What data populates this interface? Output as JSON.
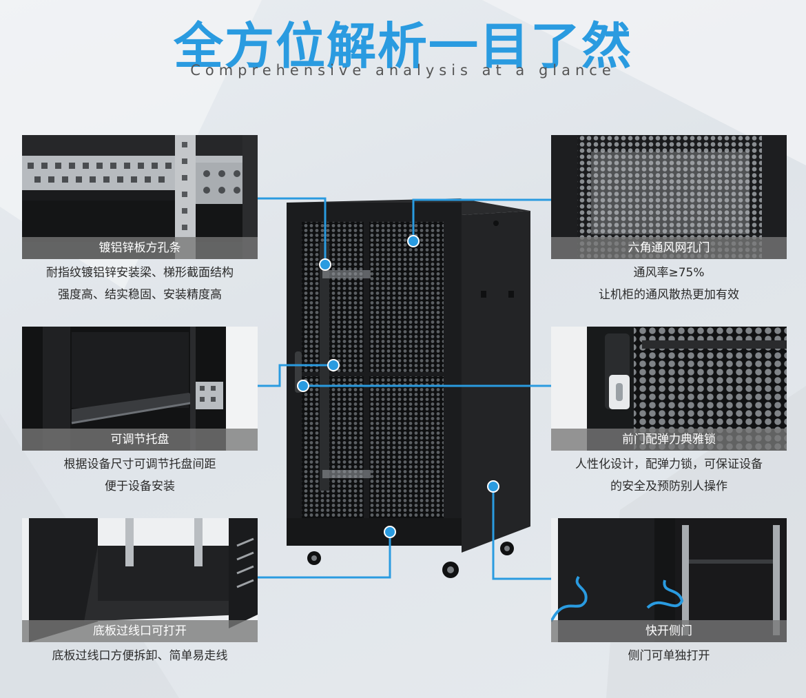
{
  "header": {
    "title": "全方位解析一目了然",
    "subtitle": "Comprehensive analysis at a glance"
  },
  "colors": {
    "accent": "#2a9be0",
    "cabinet": "#1b1c1e",
    "caption_bar": "#787878"
  },
  "features": {
    "f1": {
      "label": "镀铝锌板方孔条",
      "lines": [
        "耐指纹镀铝锌安装梁、梯形截面结构",
        "强度高、结实稳固、安装精度高"
      ]
    },
    "f2": {
      "label": "可调节托盘",
      "lines": [
        "根据设备尺寸可调节托盘间距",
        "便于设备安装"
      ]
    },
    "f3": {
      "label": "底板过线口可打开",
      "lines": [
        "底板过线口方便拆卸、简单易走线"
      ]
    },
    "f4": {
      "label": "六角通风网孔门",
      "lines": [
        "通风率≥75%",
        "让机柜的通风散热更加有效"
      ]
    },
    "f5": {
      "label": "前门配弹力典雅锁",
      "lines": [
        "人性化设计，配弹力锁，可保证设备",
        "的安全及预防别人操作"
      ]
    },
    "f6": {
      "label": "快开侧门",
      "lines": [
        "侧门可单独打开"
      ]
    }
  }
}
